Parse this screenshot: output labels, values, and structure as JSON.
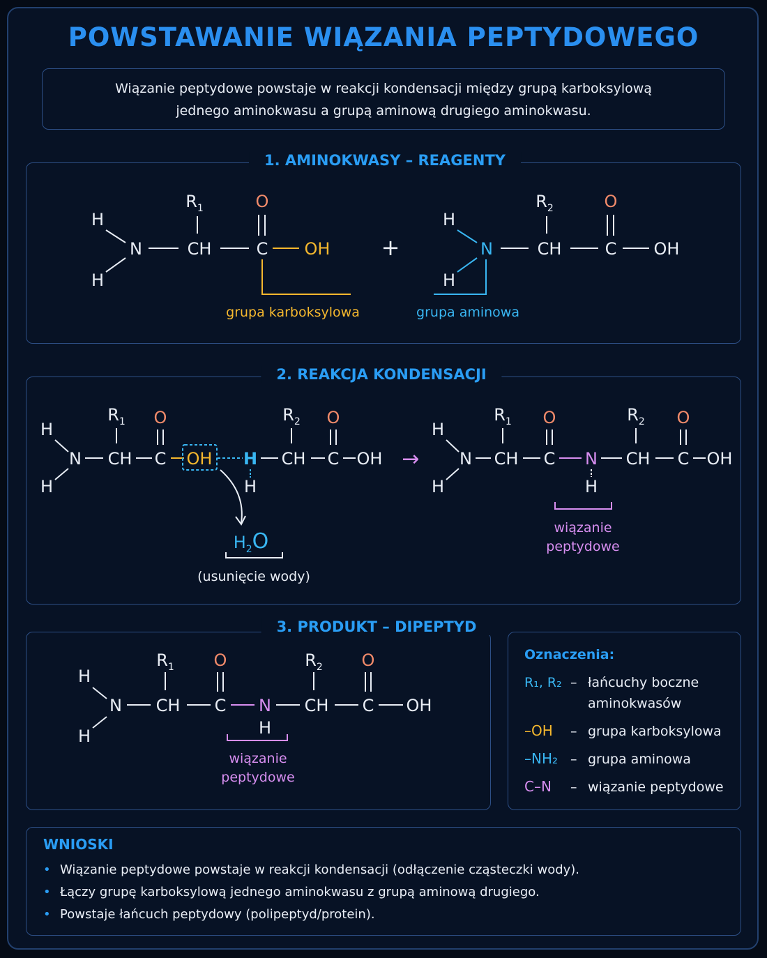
{
  "title": "POWSTAWANIE WIĄZANIA PEPTYDOWEGO",
  "intro": {
    "line1": "Wiązanie peptydowe powstaje w reakcji kondensacji między grupą karboksylową",
    "line2": "jednego aminokwasu a grupą aminową drugiego aminokwasu."
  },
  "colors": {
    "accent": "#2a9df4",
    "carboxyl": "#f5b82e",
    "amine": "#39b6f2",
    "oxygen": "#f08a6a",
    "peptide": "#d78ef0",
    "text": "#e8edf5"
  },
  "atoms": {
    "H": "H",
    "N": "N",
    "CH": "CH",
    "C": "C",
    "O": "O",
    "OH": "OH",
    "R": "R",
    "one": "1",
    "two": "2",
    "plus": "+",
    "arrow": "→",
    "H2": "H",
    "sub2": "2",
    "O_water": "O"
  },
  "section1": {
    "title": "1. AMINOKWASY – REAGENTY",
    "carboxyl_label": "grupa karboksylowa",
    "amine_label": "grupa aminowa"
  },
  "section2": {
    "title": "2. REAKCJA KONDENSACJI",
    "water_note": "(usunięcie wody)",
    "bond_label_1": "wiązanie",
    "bond_label_2": "peptydowe"
  },
  "section3": {
    "title": "3. PRODUKT – DIPEPTYD",
    "bond_label_1": "wiązanie",
    "bond_label_2": "peptydowe"
  },
  "legend": {
    "title": "Oznaczenia:",
    "items": [
      {
        "symbol": "R₁, R₂",
        "dash": "–",
        "text_1": "łańcuchy boczne",
        "text_2": "aminokwasów"
      },
      {
        "symbol": "–OH",
        "dash": "–",
        "text_1": "grupa karboksylowa"
      },
      {
        "symbol": "–NH₂",
        "dash": "–",
        "text_1": "grupa aminowa"
      },
      {
        "symbol": "C–N",
        "dash": "–",
        "text_1": "wiązanie peptydowe"
      }
    ]
  },
  "conclusions": {
    "title": "WNIOSKI",
    "items": [
      "Wiązanie peptydowe powstaje w reakcji kondensacji (odłączenie cząsteczki wody).",
      "Łączy grupę karboksylową jednego aminokwasu z grupą aminową drugiego.",
      "Powstaje łańcuch peptydowy (polipeptyd/protein)."
    ],
    "bullet": "•"
  }
}
